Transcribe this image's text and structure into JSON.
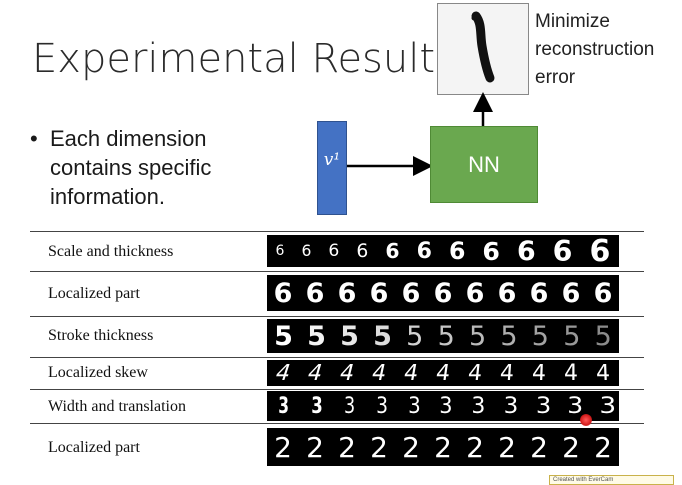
{
  "slide": {
    "title": "Experimental Results",
    "bullet": {
      "marker": "•",
      "text": "Each dimension contains specific information."
    }
  },
  "diagram": {
    "input_label": "v¹",
    "network_label": "NN",
    "output_annotation": "Minimize reconstruction error",
    "input_color": "#4472c4",
    "network_color": "#6aa84f"
  },
  "table": {
    "rows": [
      {
        "label": "Scale and thickness",
        "digit": "6"
      },
      {
        "label": "Localized part",
        "digit": "6"
      },
      {
        "label": "Stroke thickness",
        "digit": "5"
      },
      {
        "label": "Localized skew",
        "digit": "4"
      },
      {
        "label": "Width and translation",
        "digit": "3"
      },
      {
        "label": "Localized part",
        "digit": "2"
      }
    ]
  },
  "watermark": {
    "text": "Created with EverCam"
  }
}
